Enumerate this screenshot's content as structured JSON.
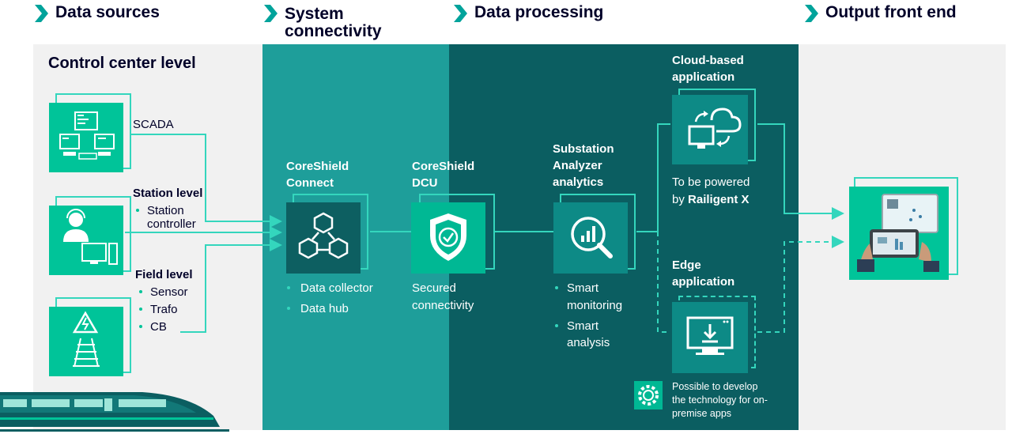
{
  "headers": {
    "data_sources": "Data sources",
    "system_connectivity_1": "System",
    "system_connectivity_2": "connectivity",
    "data_processing": "Data processing",
    "output_front_end": "Output front end"
  },
  "data_sources": {
    "control_center": "Control center level",
    "scada": "SCADA",
    "station_level": "Station level",
    "station_item_1": "Station",
    "station_item_2": "controller",
    "field_level": "Field level",
    "field_items": [
      "Sensor",
      "Trafo",
      "CB"
    ]
  },
  "connect": {
    "title_1": "CoreShield",
    "title_2": "Connect",
    "items": [
      "Data collector",
      "Data hub"
    ]
  },
  "dcu": {
    "title_1": "CoreShield",
    "title_2": "DCU",
    "desc_1": "Secured",
    "desc_2": "connectivity"
  },
  "analyzer": {
    "title_1": "Substation",
    "title_2": "Analyzer",
    "title_3": "analytics",
    "item1_1": "Smart",
    "item1_2": "monitoring",
    "item2_1": "Smart",
    "item2_2": "analysis"
  },
  "cloud": {
    "title_1": "Cloud-based",
    "title_2": "application",
    "desc_1": "To be powered",
    "desc_2_prefix": "by ",
    "desc_2_bold": "Railigent X"
  },
  "edge": {
    "title_1": "Edge",
    "title_2": "application",
    "note_1": "Possible to develop",
    "note_2": "the technology for on-",
    "note_3": "premise apps"
  },
  "colors": {
    "accent": "#00c499",
    "teal_connectivity": "#1e9e9a",
    "teal_processing": "#0b5e61",
    "light_bg": "#f1f1f1",
    "navy_text": "#000028"
  },
  "icons": {
    "scada": "computer-network-icon",
    "station": "operator-workstation-icon",
    "field": "high-voltage-rail-icon",
    "connect": "cubes-network-icon",
    "dcu": "shield-check-icon",
    "analyzer": "magnifier-chart-icon",
    "cloud": "cloud-sync-icon",
    "edge": "monitor-download-icon",
    "output": "monitor-tablet-icon",
    "gear": "gear-icon"
  }
}
